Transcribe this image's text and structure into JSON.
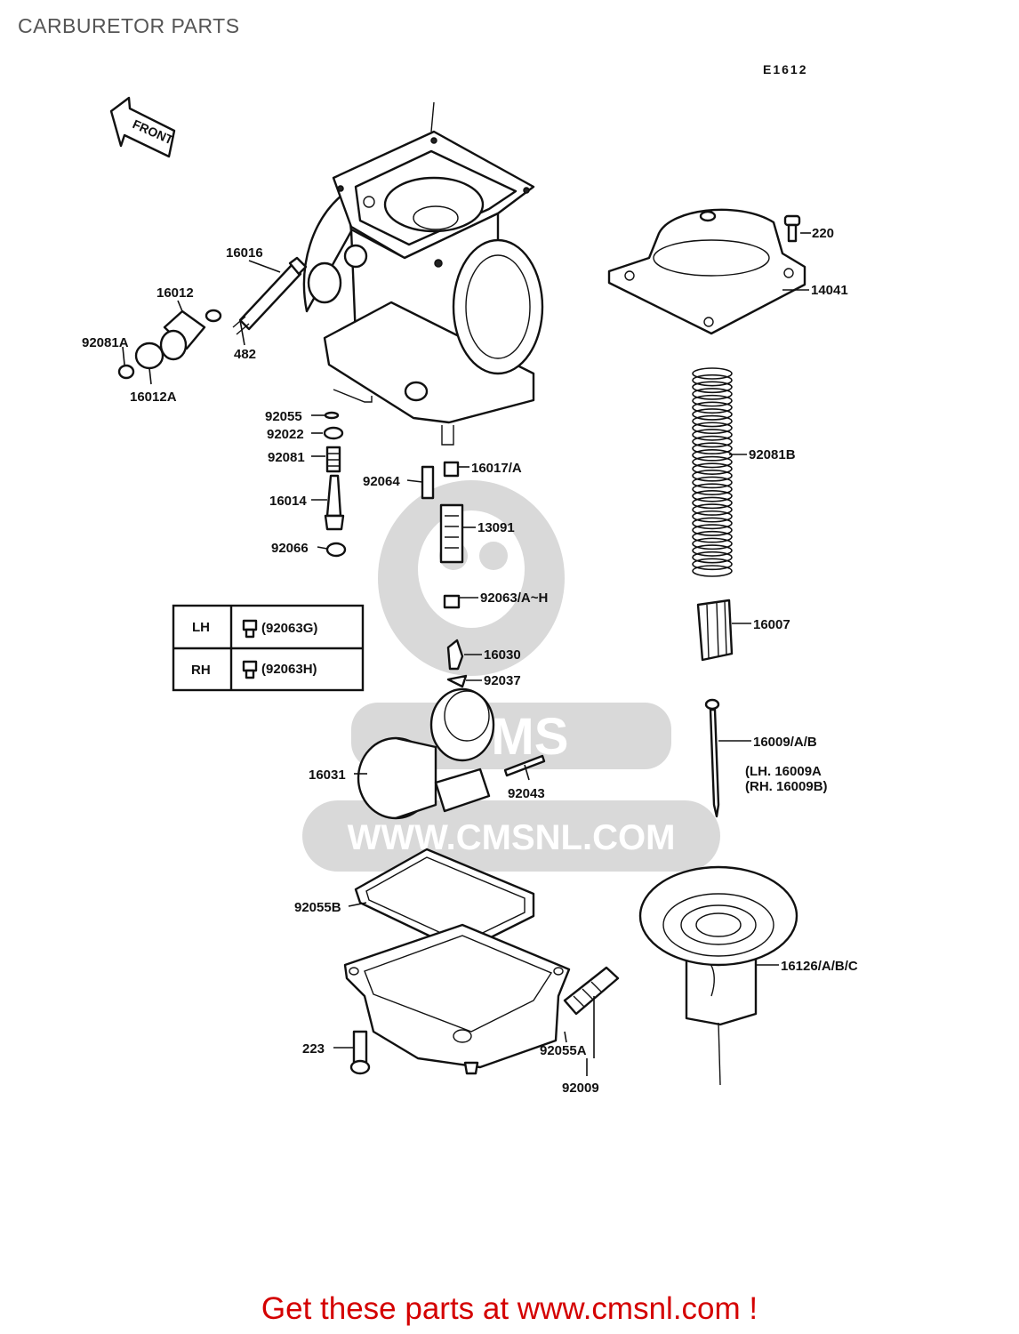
{
  "title": "CARBURETOR PARTS",
  "diagram_code": "E1612",
  "front_label": "FRONT",
  "watermark": {
    "logo": "CMS",
    "url": "WWW.CMSNL.COM"
  },
  "footer": "Get these parts at www.cmsnl.com !",
  "table": {
    "rows": [
      {
        "side": "LH",
        "part": "(92063G)"
      },
      {
        "side": "RH",
        "part": "(92063H)"
      }
    ]
  },
  "parts": {
    "p220": "220",
    "p14041": "14041",
    "p16016": "16016",
    "p16012": "16012",
    "p92081A": "92081A",
    "p482": "482",
    "p16012A": "16012A",
    "p92055": "92055",
    "p92022": "92022",
    "p92081": "92081",
    "p16014": "16014",
    "p92066": "92066",
    "p92064": "92064",
    "p16017A": "16017/A",
    "p13091": "13091",
    "p92063AH": "92063/A~H",
    "p92081B": "92081B",
    "p16007": "16007",
    "p16030": "16030",
    "p92037": "92037",
    "p16009AB": "16009/A/B",
    "p16009_lh": "(LH. 16009A",
    "p16009_rh": "(RH. 16009B)",
    "p16031": "16031",
    "p92043": "92043",
    "p92055B": "92055B",
    "p16126": "16126/A/B/C",
    "p223": "223",
    "p92055A": "92055A",
    "p92009": "92009"
  }
}
